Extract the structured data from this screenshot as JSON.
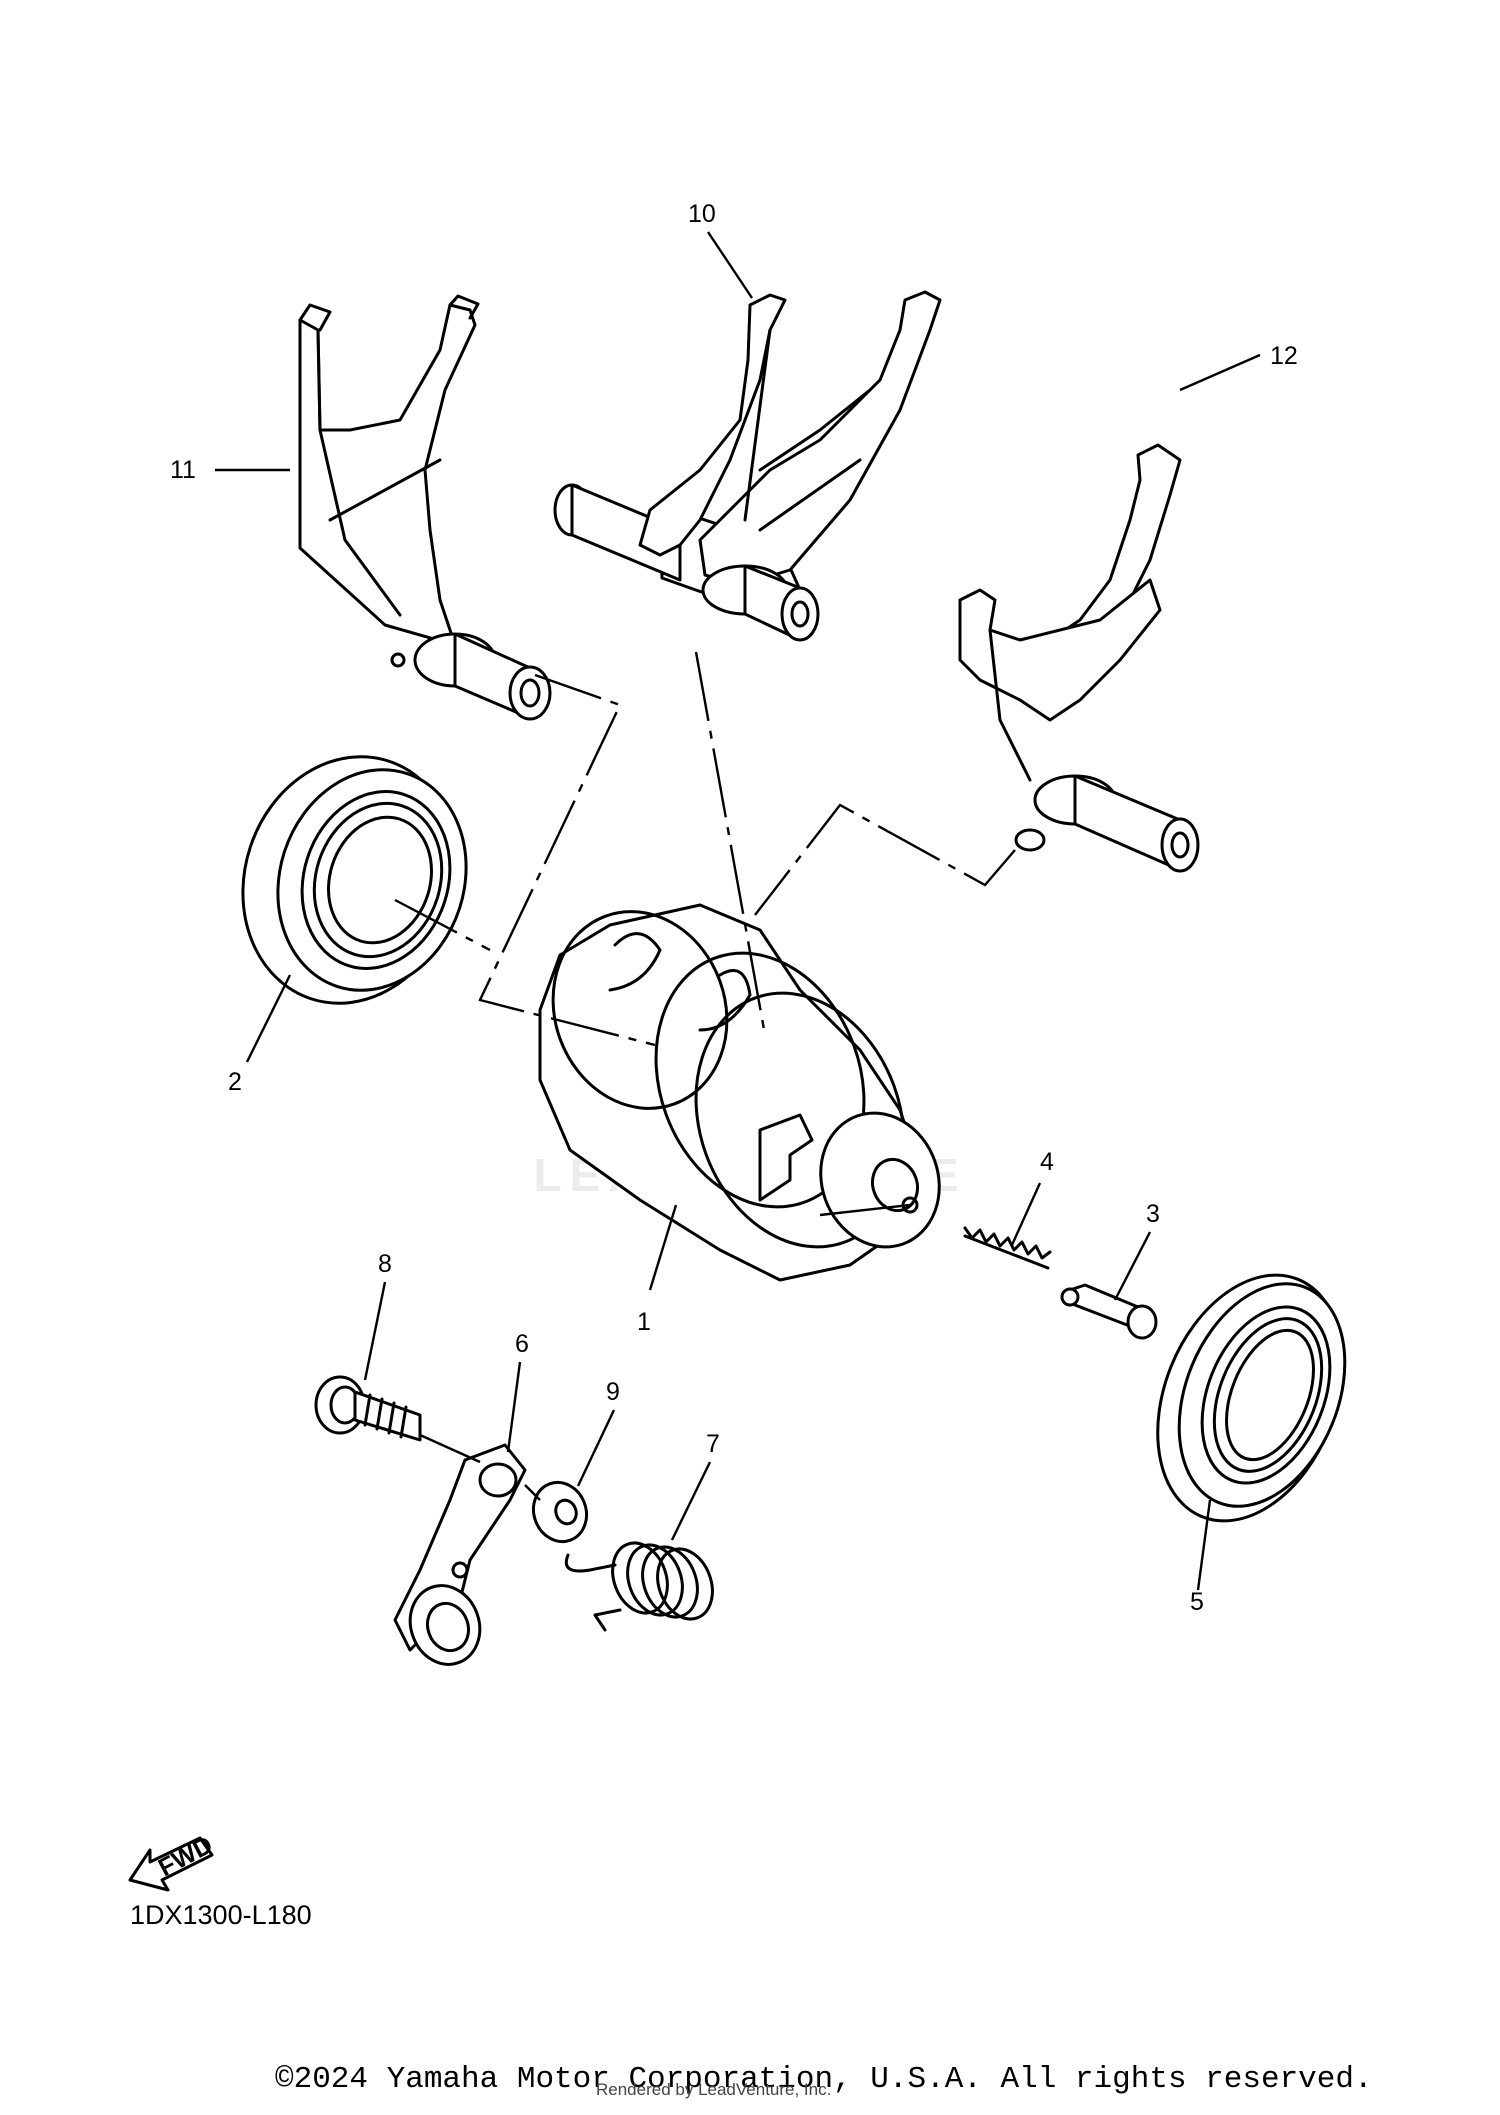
{
  "diagram": {
    "code": "1DX1300-L180",
    "fwd_label": "FWD",
    "watermark": "LEADVENTURE",
    "callouts": {
      "p1": "1",
      "p2": "2",
      "p3": "3",
      "p4": "4",
      "p5": "5",
      "p6": "6",
      "p7": "7",
      "p8": "8",
      "p9": "9",
      "p10": "10",
      "p11": "11",
      "p12": "12"
    }
  },
  "footer": {
    "copyright": "©2024 Yamaha Motor Corporation, U.S.A. All rights reserved.",
    "rendered_by": "Rendered by LeadVenture, Inc."
  }
}
